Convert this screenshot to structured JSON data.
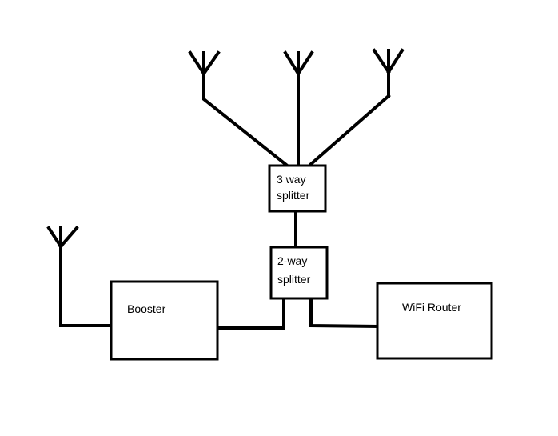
{
  "diagram": {
    "colors": {
      "line": "#000000",
      "background": "#ffffff"
    },
    "boxes": {
      "three_way_splitter": {
        "line1": "3 way",
        "line2": "splitter"
      },
      "two_way_splitter": {
        "line1": "2-way",
        "line2": "splitter"
      },
      "booster": {
        "label": "Booster"
      },
      "wifi_router": {
        "label": "WiFi Router"
      }
    },
    "antennas": [
      "antenna-icon",
      "antenna-icon",
      "antenna-icon",
      "antenna-icon"
    ]
  }
}
